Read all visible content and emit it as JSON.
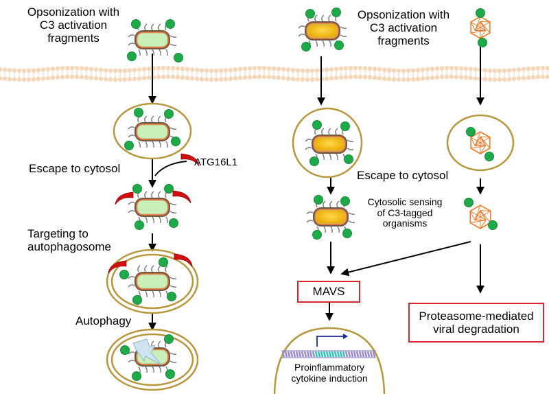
{
  "left": {
    "opsonization": "Opsonization with\nC3 activation\nfragments",
    "escape": "Escape to cytosol",
    "atg16l1": "ATG16L1",
    "targeting": "Targeting to\nautophagosome",
    "autophagy": "Autophagy"
  },
  "right": {
    "opsonization": "Opsonization with\nC3 activation\nfragments",
    "escape": "Escape to cytosol",
    "sensing": "Cytosolic sensing\nof C3-tagged\norganisms",
    "mavs": "MAVS",
    "cytokine": "Proinflammatory\ncytokine induction",
    "proteasome": "Proteasome-mediated\nviral degradation"
  },
  "colors": {
    "c3_fragment": "#1faa4a",
    "vesicle": "#b8963c",
    "bacterium_left": "#c8f0b8",
    "bacterium_right": "#f5c018",
    "virus": "#f07a26",
    "atg16l1": "#d40f0f",
    "box_border": "#d9262a",
    "membrane": "#f6d6b6"
  }
}
